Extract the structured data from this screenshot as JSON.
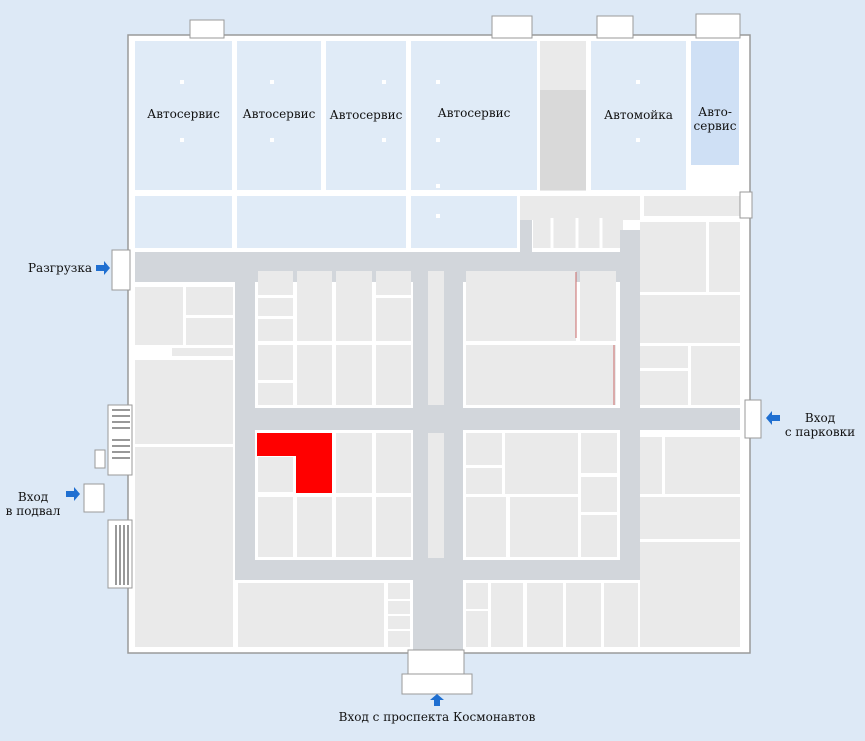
{
  "rooms": {
    "autoservice_1": "Автосервис",
    "autoservice_2": "Автосервис",
    "autoservice_3": "Автосервис",
    "autoservice_4": "Автосервис",
    "carwash": "Автомойка",
    "autoservice_small_line1": "Авто-",
    "autoservice_small_line2": "сервис"
  },
  "entrances": {
    "unloading": "Разгрузка",
    "parking_line1": "Вход",
    "parking_line2": "с парковки",
    "basement_line1": "Вход",
    "basement_line2": "в подвал",
    "main": "Вход с проспекта Космонавтов"
  },
  "colors": {
    "background": "#dde9f6",
    "wall": "#ffffff",
    "room": "#eaeaea",
    "corridor": "#d2d6db",
    "autoservice_room": "#e0ebf7",
    "highlight": "#ff0000",
    "arrow": "#1f6fd1"
  }
}
